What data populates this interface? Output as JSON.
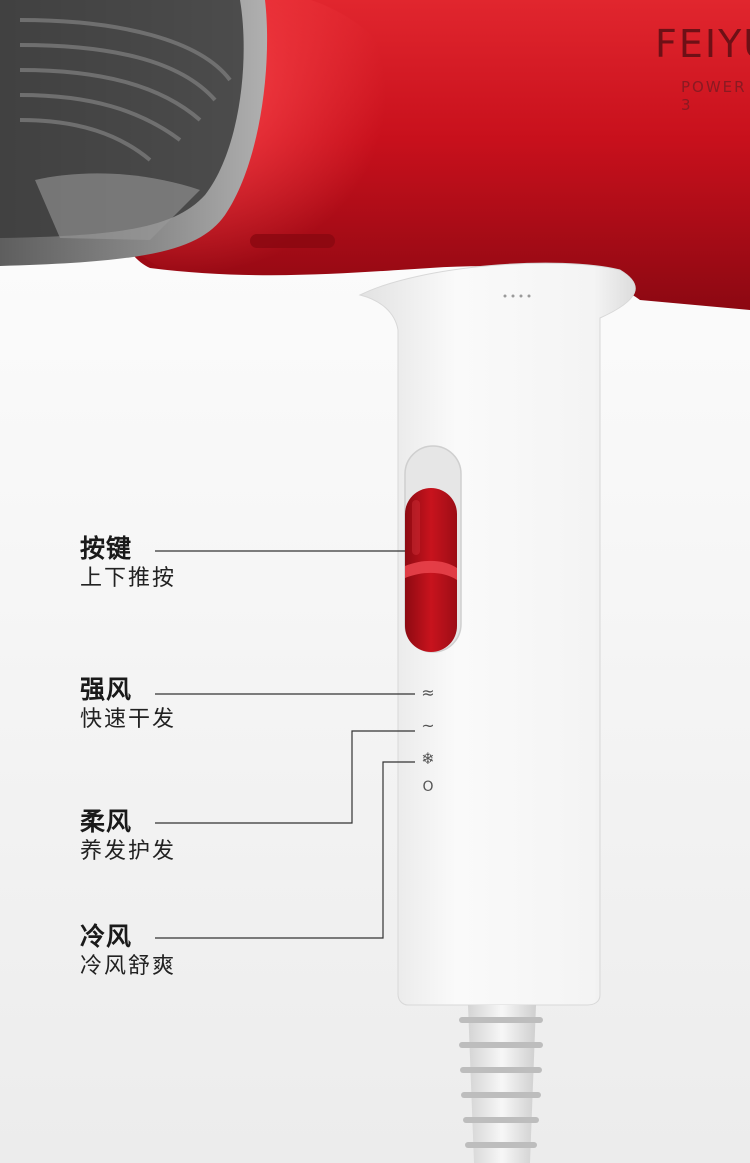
{
  "brand": {
    "name": "FEIYU",
    "power_label": "POWER 3"
  },
  "controls": {
    "key": {
      "title": "按键",
      "desc": "上下推按"
    },
    "strong": {
      "title": "强风",
      "desc": "快速干发"
    },
    "soft": {
      "title": "柔风",
      "desc": "养发护发"
    },
    "cold": {
      "title": "冷风",
      "desc": "冷风舒爽"
    }
  },
  "mode_symbols": {
    "strong": "≈",
    "soft": "~",
    "cold": "❄",
    "off": "O"
  },
  "colors": {
    "body_red": "#c8101c",
    "handle_white": "#f4f4f4",
    "switch_red": "#b3101a",
    "leader_line": "#333333"
  }
}
